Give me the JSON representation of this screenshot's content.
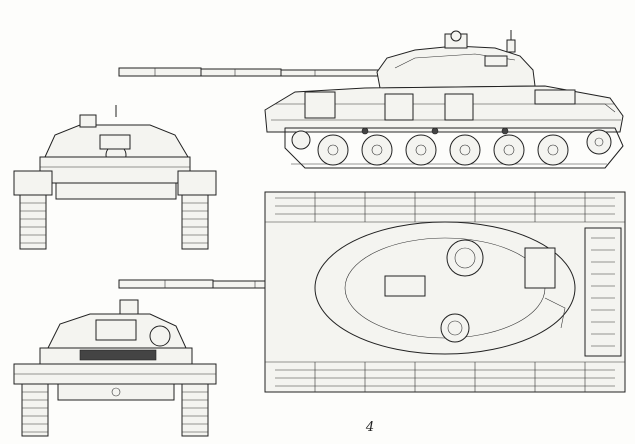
{
  "drawing": {
    "page_number": "4",
    "views": [
      {
        "id": "side",
        "label": ""
      },
      {
        "id": "front",
        "label": ""
      },
      {
        "id": "rear",
        "label": ""
      },
      {
        "id": "top",
        "label": ""
      }
    ],
    "side_view": {
      "road_wheels": 6,
      "return_rollers": 3
    },
    "ink_color": "#222222",
    "paper_color": "#fdfdfb"
  }
}
